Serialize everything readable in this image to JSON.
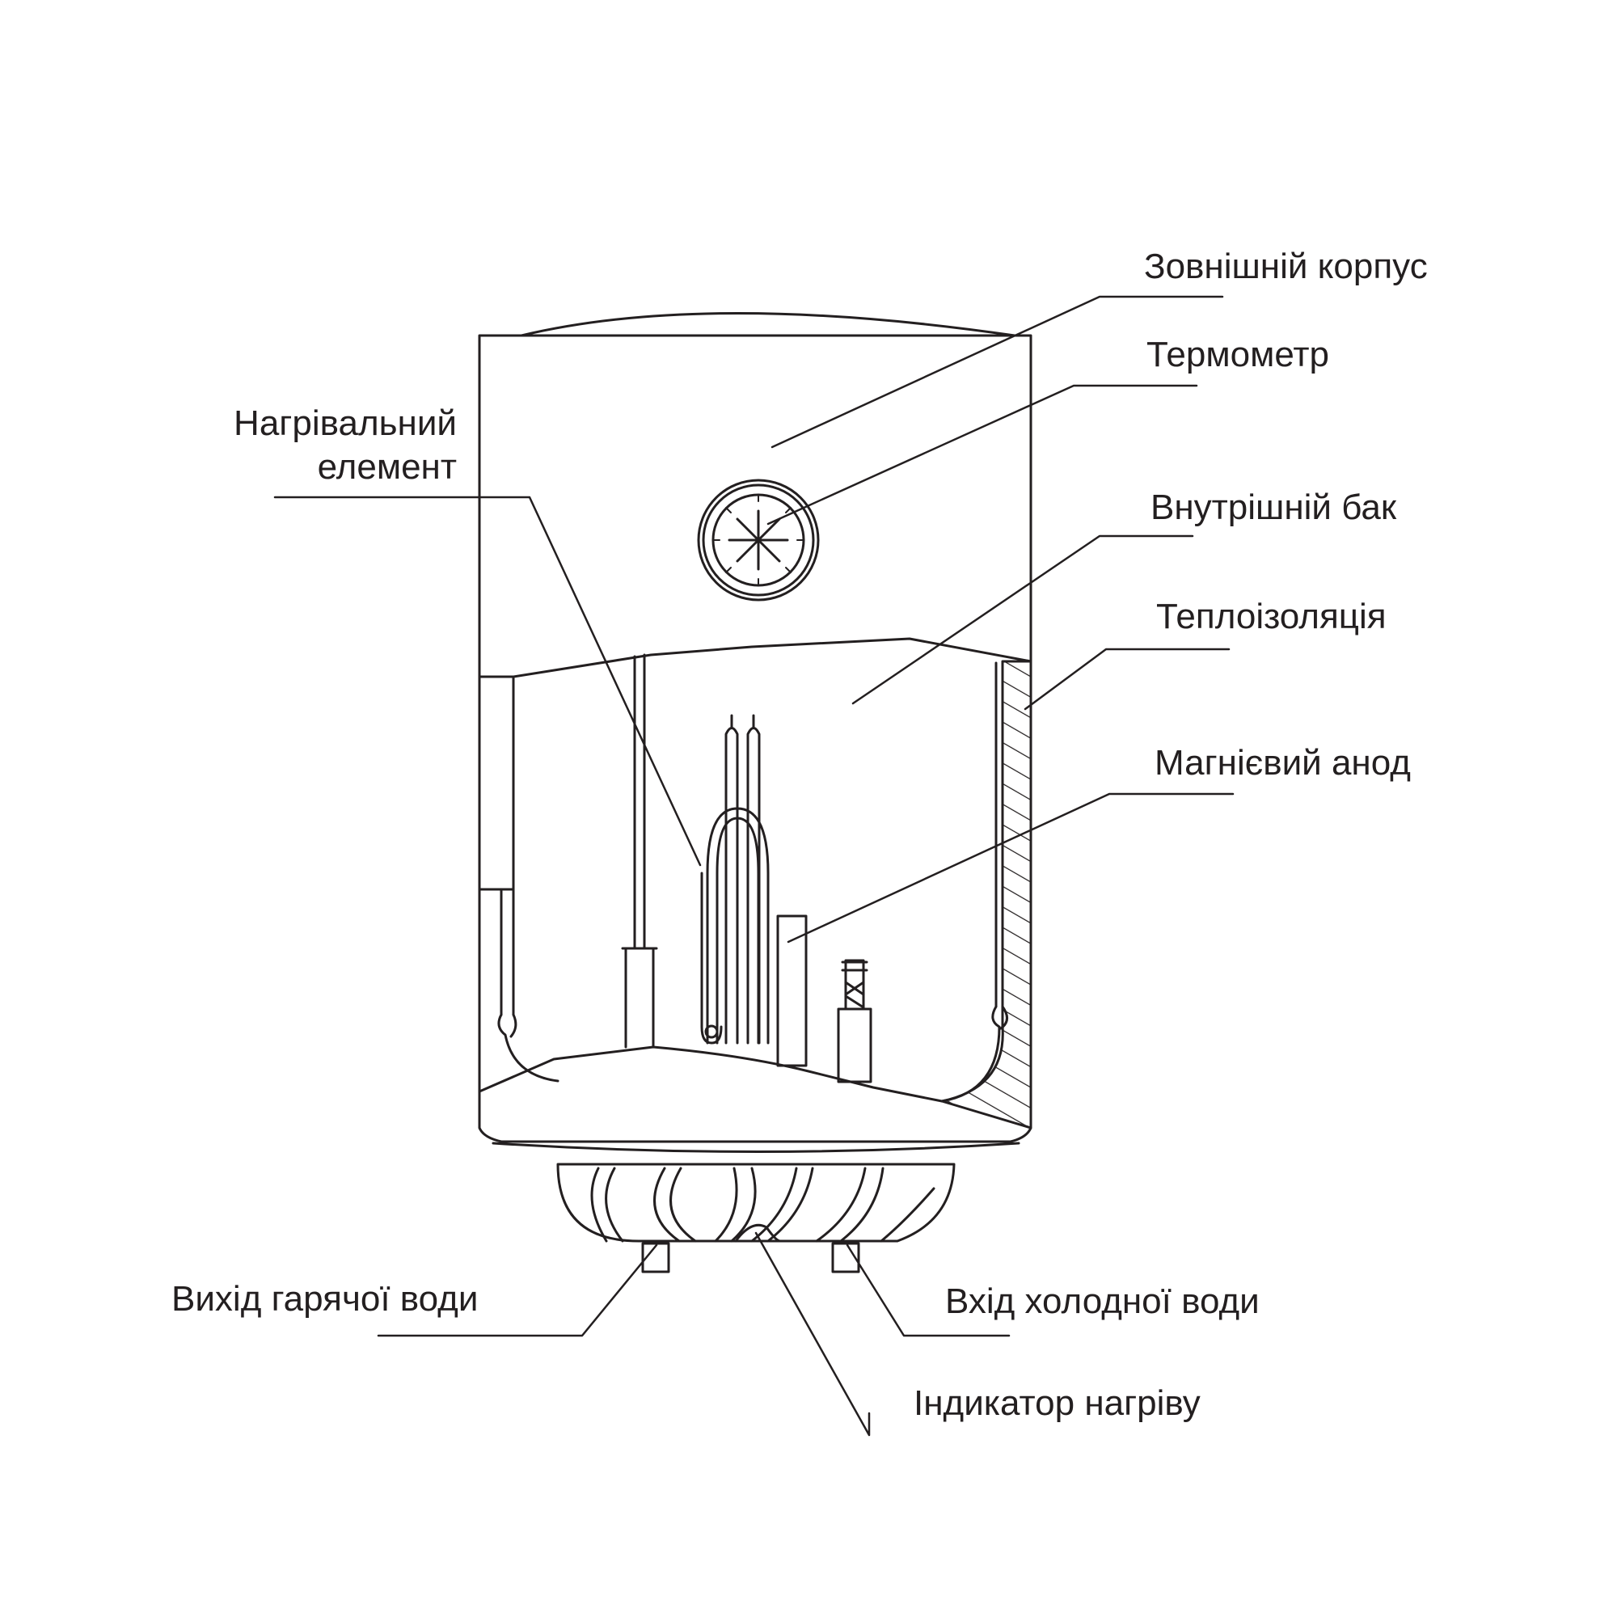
{
  "diagram": {
    "labels": {
      "outer_casing": "Зовнішній корпус",
      "thermometer": "Термометр",
      "heating_element_line1": "Нагрівальний",
      "heating_element_line2": "елемент",
      "inner_tank": "Внутрішній бак",
      "insulation": "Теплоізоляція",
      "magnesium_anode": "Магнієвий анод",
      "hot_water_outlet": "Вихід гарячої води",
      "cold_water_inlet": "Вхід холодної води",
      "heating_indicator": "Індикатор нагріву"
    },
    "colors": {
      "line": "#231f20",
      "background": "#ffffff"
    }
  }
}
